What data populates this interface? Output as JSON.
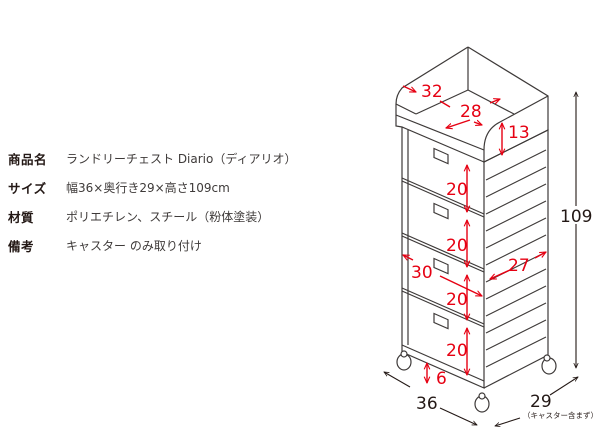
{
  "specs": [
    {
      "label": "商品名",
      "value": "ランドリーチェスト Diario（ディアリオ）"
    },
    {
      "label": "サイズ",
      "value": "幅36×奥行き29×高さ109cm"
    },
    {
      "label": "材質",
      "value": "ポリエチレン、スチール（粉体塗装）"
    },
    {
      "label": "備考",
      "value": "キャスター のみ取り付け"
    }
  ],
  "dimensions": {
    "top_width": "32",
    "top_inner_depth": "28",
    "top_height": "13",
    "drawer_1_height": "20",
    "drawer_2_height": "20",
    "drawer_3_height": "20",
    "drawer_4_height": "20",
    "drawer_width": "30",
    "drawer_depth": "27",
    "caster_height": "6",
    "total_height": "109",
    "total_width": "36",
    "total_depth": "29",
    "depth_note": "（キャスター含まず）"
  },
  "colors": {
    "accent_red": "#e60012",
    "line": "#3e3a39"
  }
}
